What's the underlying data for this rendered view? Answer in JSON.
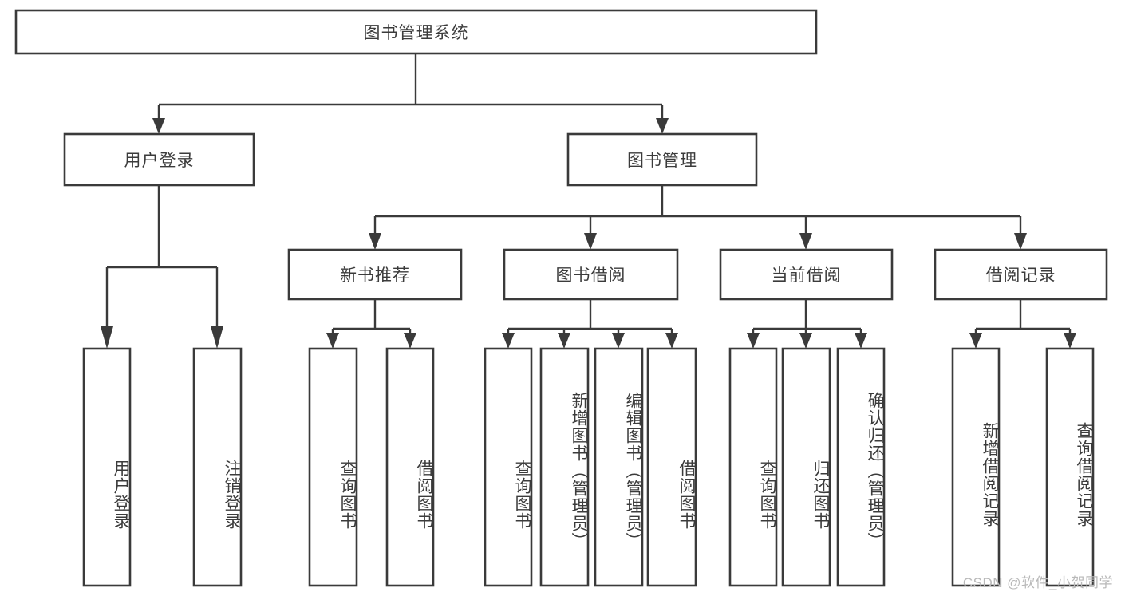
{
  "diagram": {
    "type": "tree-hierarchy",
    "orientation": "top-down",
    "root": {
      "id": "root",
      "label": "图书管理系统"
    },
    "level2": [
      {
        "id": "user-login",
        "label": "用户登录"
      },
      {
        "id": "book-management",
        "label": "图书管理"
      }
    ],
    "level3": [
      {
        "id": "new-book-recommend",
        "label": "新书推荐",
        "parent": "book-management"
      },
      {
        "id": "book-borrow",
        "label": "图书借阅",
        "parent": "book-management"
      },
      {
        "id": "current-borrow",
        "label": "当前借阅",
        "parent": "book-management"
      },
      {
        "id": "borrow-record",
        "label": "借阅记录",
        "parent": "book-management"
      }
    ],
    "leaves": {
      "user-login": [
        {
          "id": "leaf-user-login",
          "label": "用户登录"
        },
        {
          "id": "leaf-logout-login",
          "label": "注销登录"
        }
      ],
      "new-book-recommend": [
        {
          "id": "leaf-query-book-1",
          "label": "查询图书"
        },
        {
          "id": "leaf-borrow-book-1",
          "label": "借阅图书"
        }
      ],
      "book-borrow": [
        {
          "id": "leaf-query-book-2",
          "label": "查询图书"
        },
        {
          "id": "leaf-add-book",
          "label": "新增图书（管理员）"
        },
        {
          "id": "leaf-edit-book",
          "label": "编辑图书（管理员）"
        },
        {
          "id": "leaf-borrow-book-2",
          "label": "借阅图书"
        }
      ],
      "current-borrow": [
        {
          "id": "leaf-query-book-3",
          "label": "查询图书"
        },
        {
          "id": "leaf-return-book",
          "label": "归还图书"
        },
        {
          "id": "leaf-confirm-return",
          "label": "确认归还（管理员）"
        }
      ],
      "borrow-record": [
        {
          "id": "leaf-add-record",
          "label": "新增借阅记录"
        },
        {
          "id": "leaf-query-record",
          "label": "查询借阅记录"
        }
      ]
    },
    "colors": {
      "stroke": "#3a3a3a",
      "fill": "#ffffff",
      "text": "#3b3b3b",
      "background": "#ffffff",
      "watermark": "#b9b9b9"
    }
  },
  "watermark": {
    "text": "CSDN @软件_小贺同学"
  }
}
